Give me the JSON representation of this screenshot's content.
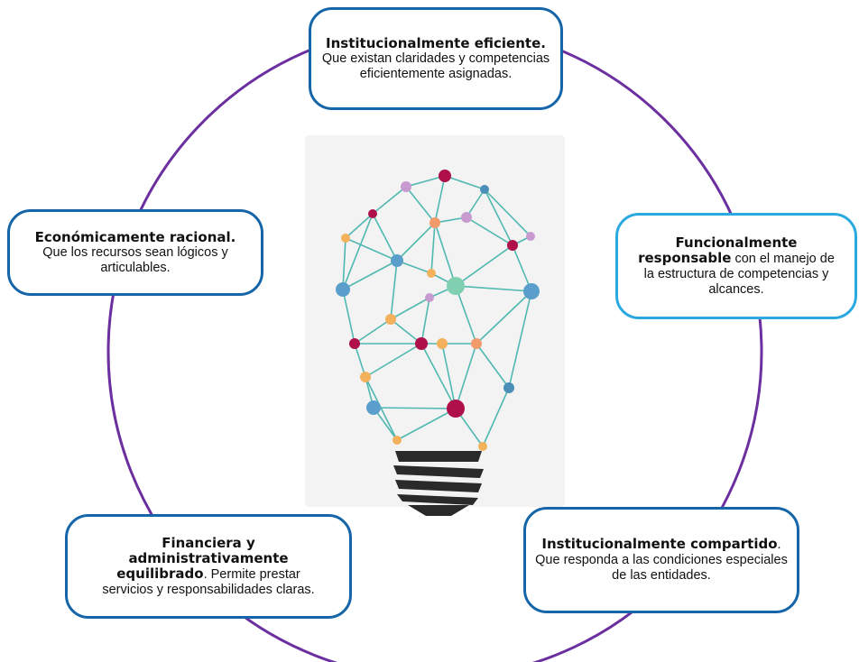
{
  "colors": {
    "ring": "#6b2fa0",
    "box_border_dark": "#1565a8",
    "box_border_light": "#2aa9e0",
    "bulb_lines": "#4fb8b0",
    "bulb_socket": "#2a2a2a"
  },
  "nodes": {
    "top": {
      "title": "Institucionalmente eficiente.",
      "text": "Que existan claridades y competencias eficientemente asignadas."
    },
    "left": {
      "title": "Económicamente racional.",
      "text": "Que los recursos sean lógicos y articulables."
    },
    "right": {
      "title_line1": "Funcionalmente",
      "title_line2": "responsable",
      "text_inline": " con el manejo de",
      "text": "la estructura de competencias y alcances."
    },
    "bottom_left": {
      "title_line1": "Financiera y",
      "title_line2": "administrativamente",
      "title_line3": "equilibrado",
      "text_inline": ". Permite prestar",
      "text": "servicios y responsabilidades claras."
    },
    "bottom_right": {
      "title": "Institucionalmente compartido",
      "title_suffix": ".",
      "text": "Que responda a las condiciones especiales de las entidades."
    }
  },
  "center_icon": "lightbulb-network-icon"
}
